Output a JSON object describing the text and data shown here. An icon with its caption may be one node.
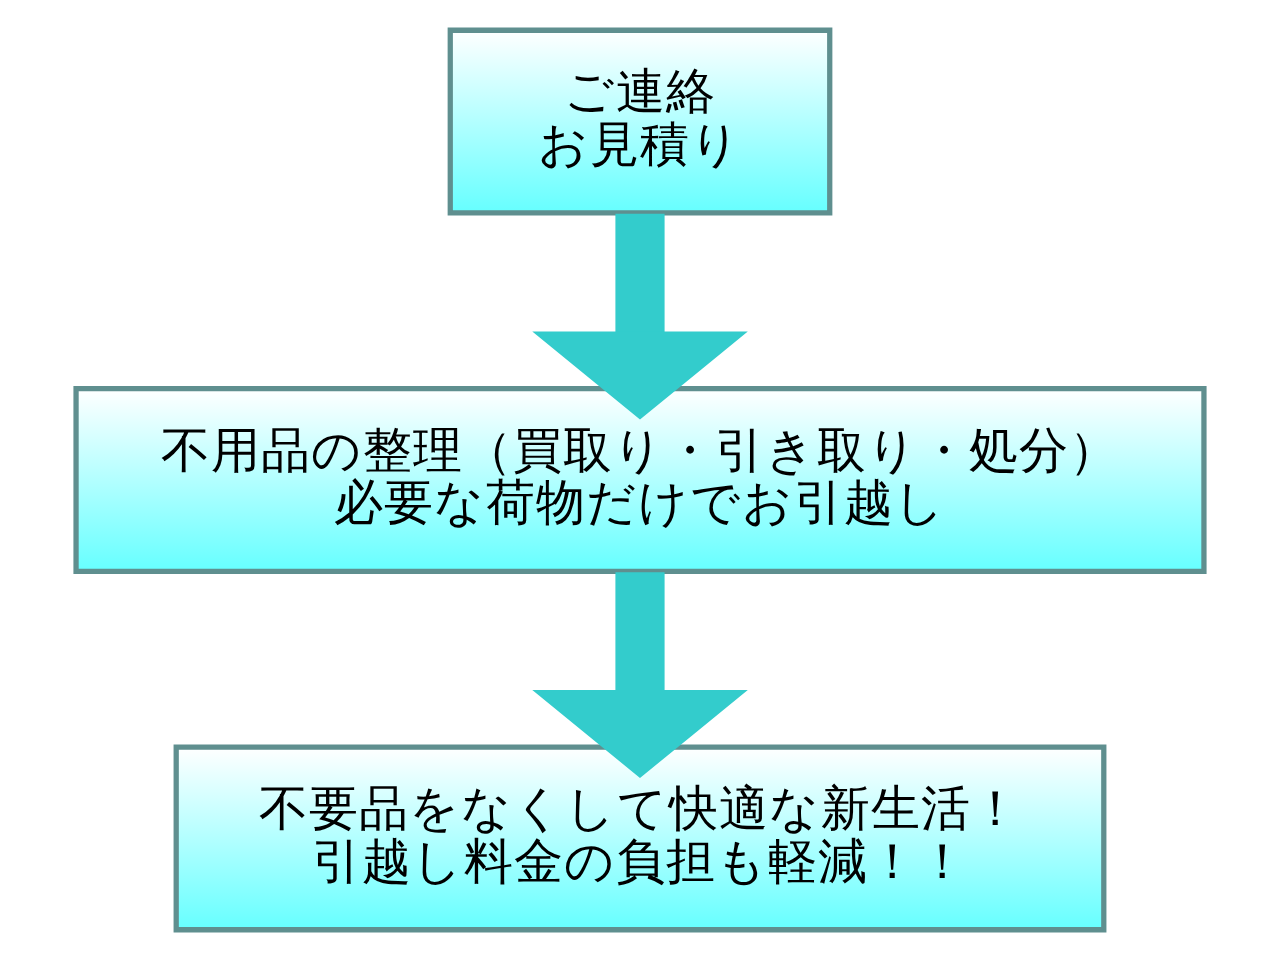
{
  "diagram": {
    "nodes": [
      {
        "text": [
          "ご連絡",
          "お見積り"
        ]
      },
      {
        "text": [
          "不用品の整理（買取り・引き取り・処分）",
          "必要な荷物だけでお引越し"
        ]
      },
      {
        "text": [
          "不要品をなくして快適な新生活！",
          "引越し料金の負担も軽減！！"
        ]
      }
    ],
    "edges": [
      {
        "from": 0,
        "to": 1,
        "arrow": "to"
      },
      {
        "from": 1,
        "to": 2,
        "arrow": "to"
      }
    ]
  }
}
